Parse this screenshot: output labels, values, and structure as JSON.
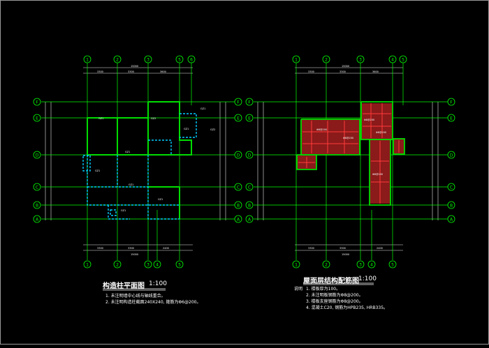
{
  "colors": {
    "background": "#000000",
    "axis": "#00ff00",
    "wall": "#00cc00",
    "dim": "#e8e8e8",
    "column": "#00ccff",
    "rebar": "#ff3b3b",
    "fill": "#8b1a1a"
  },
  "left_plan": {
    "title": "构造柱平面图",
    "scale": "1:100",
    "notes": [
      "1. 未注明墙中心线与轴线重合。",
      "2. 未注明构造柱截面240X240, 箍筋为Φ6@200。"
    ],
    "top_axes": [
      "①",
      "②",
      "③",
      "⑤",
      "⑥"
    ],
    "bottom_axes": [
      "①",
      "②",
      "③",
      "④",
      "⑤"
    ],
    "side_axes": [
      "Ⓕ",
      "Ⓔ",
      "Ⓓ",
      "Ⓒ",
      "Ⓑ",
      "Ⓐ"
    ]
  },
  "right_plan": {
    "title": "屋面层结构配筋图",
    "scale": "1:100",
    "notes_heading": "说明",
    "notes": [
      "1. 楼板厚为100。",
      "2. 未注明板钢筋为Φ8@200。",
      "3. 楼板支座钢筋为Φ8@200。",
      "4. 混凝土C20, 钢筋为HPB235, HRB335。"
    ],
    "top_axes": [
      "①",
      "②",
      "③",
      "④",
      "⑤"
    ],
    "bottom_axes": [
      "①",
      "②",
      "③",
      "④",
      "⑤"
    ],
    "side_axes": [
      "Ⓕ",
      "Ⓔ",
      "Ⓓ",
      "Ⓒ",
      "Ⓑ",
      "Ⓐ"
    ]
  }
}
